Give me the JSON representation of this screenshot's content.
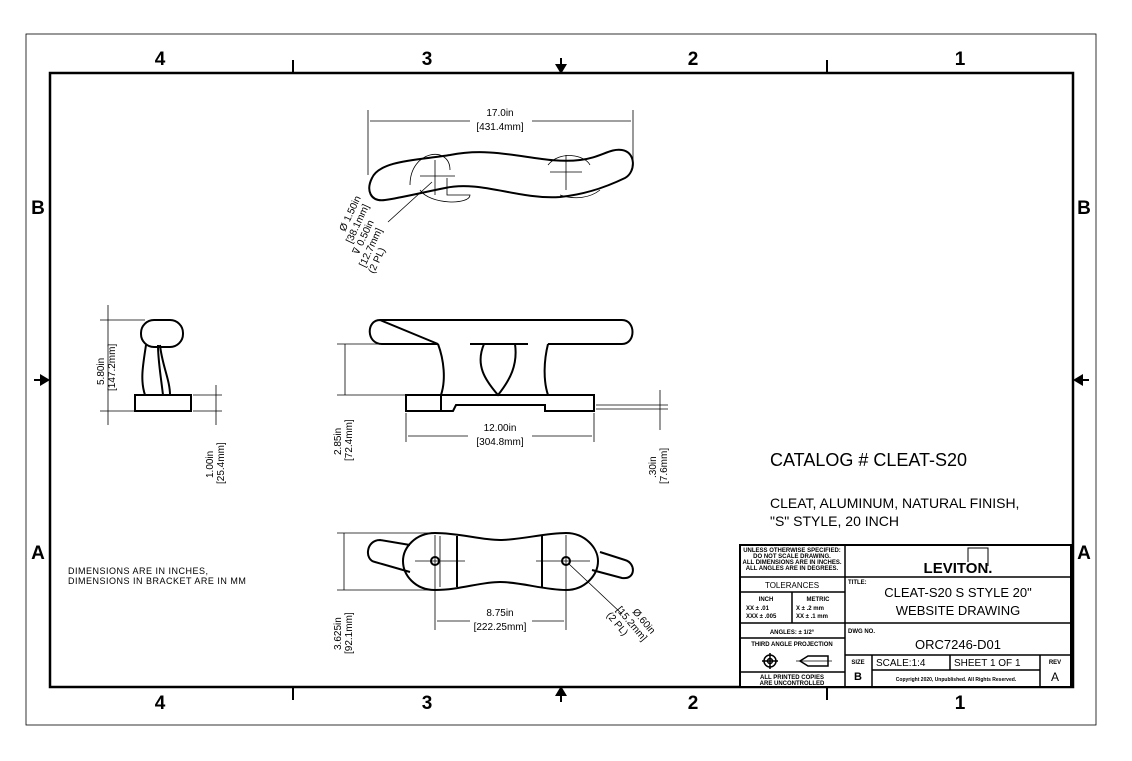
{
  "zones": {
    "top": [
      "4",
      "3",
      "2",
      "1"
    ],
    "bottom": [
      "4",
      "3",
      "2",
      "1"
    ],
    "left": [
      "B",
      "A"
    ],
    "right": [
      "B",
      "A"
    ]
  },
  "dimensions": {
    "overall_length": "17.0in",
    "overall_length_mm": "[431.4mm]",
    "hole_dia_top": "Ø 1.50in",
    "hole_dia_top_mm": "[38.1mm]",
    "hole_depth": "⊽ 0.50in",
    "hole_depth_mm": "[12.7mm]",
    "hole_qty_top": "(2 PL)",
    "height": "5.80in",
    "height_mm": "[147.2mm]",
    "base_thickness": "1.00in",
    "base_thickness_mm": "[25.4mm]",
    "leg_height": "2.85in",
    "leg_height_mm": "[72.4mm]",
    "base_length": "12.00in",
    "base_length_mm": "[304.8mm]",
    "recess": ".30in",
    "recess_mm": "[7.6mm]",
    "width": "3.625in",
    "width_mm": "[92.1mm]",
    "hole_spacing": "8.75in",
    "hole_spacing_mm": "[222.25mm]",
    "hole_dia_bottom": "Ø.60in",
    "hole_dia_bottom_mm": "[15.2mm]",
    "hole_qty_bottom": "(2 PL)"
  },
  "notes": {
    "line1": "DIMENSIONS ARE IN INCHES,",
    "line2": "DIMENSIONS IN BRACKET ARE IN MM"
  },
  "catalog": {
    "title": "CATALOG # CLEAT-S20",
    "desc1": "CLEAT, ALUMINUM, NATURAL FINISH,",
    "desc2": "\"S\" STYLE, 20 INCH"
  },
  "title_block": {
    "unless": [
      "UNLESS OTHERWISE SPECIFIED:",
      "DO NOT SCALE DRAWING.",
      "ALL DIMENSIONS ARE IN INCHES.",
      "ALL ANGLES ARE IN DEGREES."
    ],
    "logo": "LEVITON.",
    "tolerances": "TOLERANCES",
    "inch": "INCH",
    "inch_xx": "XX  ± .01",
    "inch_xxx": "XXX  ± .005",
    "metric": "METRIC",
    "metric_x": "X  ± .2 mm",
    "metric_xx": "XX  ± .1 mm",
    "angles": "ANGLES: ± 1/2°",
    "projection": "THIRD ANGLE PROJECTION",
    "printed": [
      "ALL PRINTED COPIES",
      "ARE UNCONTROLLED"
    ],
    "title_label": "TITLE:",
    "title1": "CLEAT-S20  S STYLE 20\"",
    "title2": "WEBSITE DRAWING",
    "dwg_label": "DWG NO.",
    "dwg_no": "ORC7246-D01",
    "size_label": "SIZE",
    "size": "B",
    "scale": "SCALE:1:4",
    "sheet": "SHEET 1 OF 1",
    "rev_label": "REV",
    "rev": "A",
    "copyright": "Copyright 2020, Unpublished. All Rights Reserved."
  }
}
